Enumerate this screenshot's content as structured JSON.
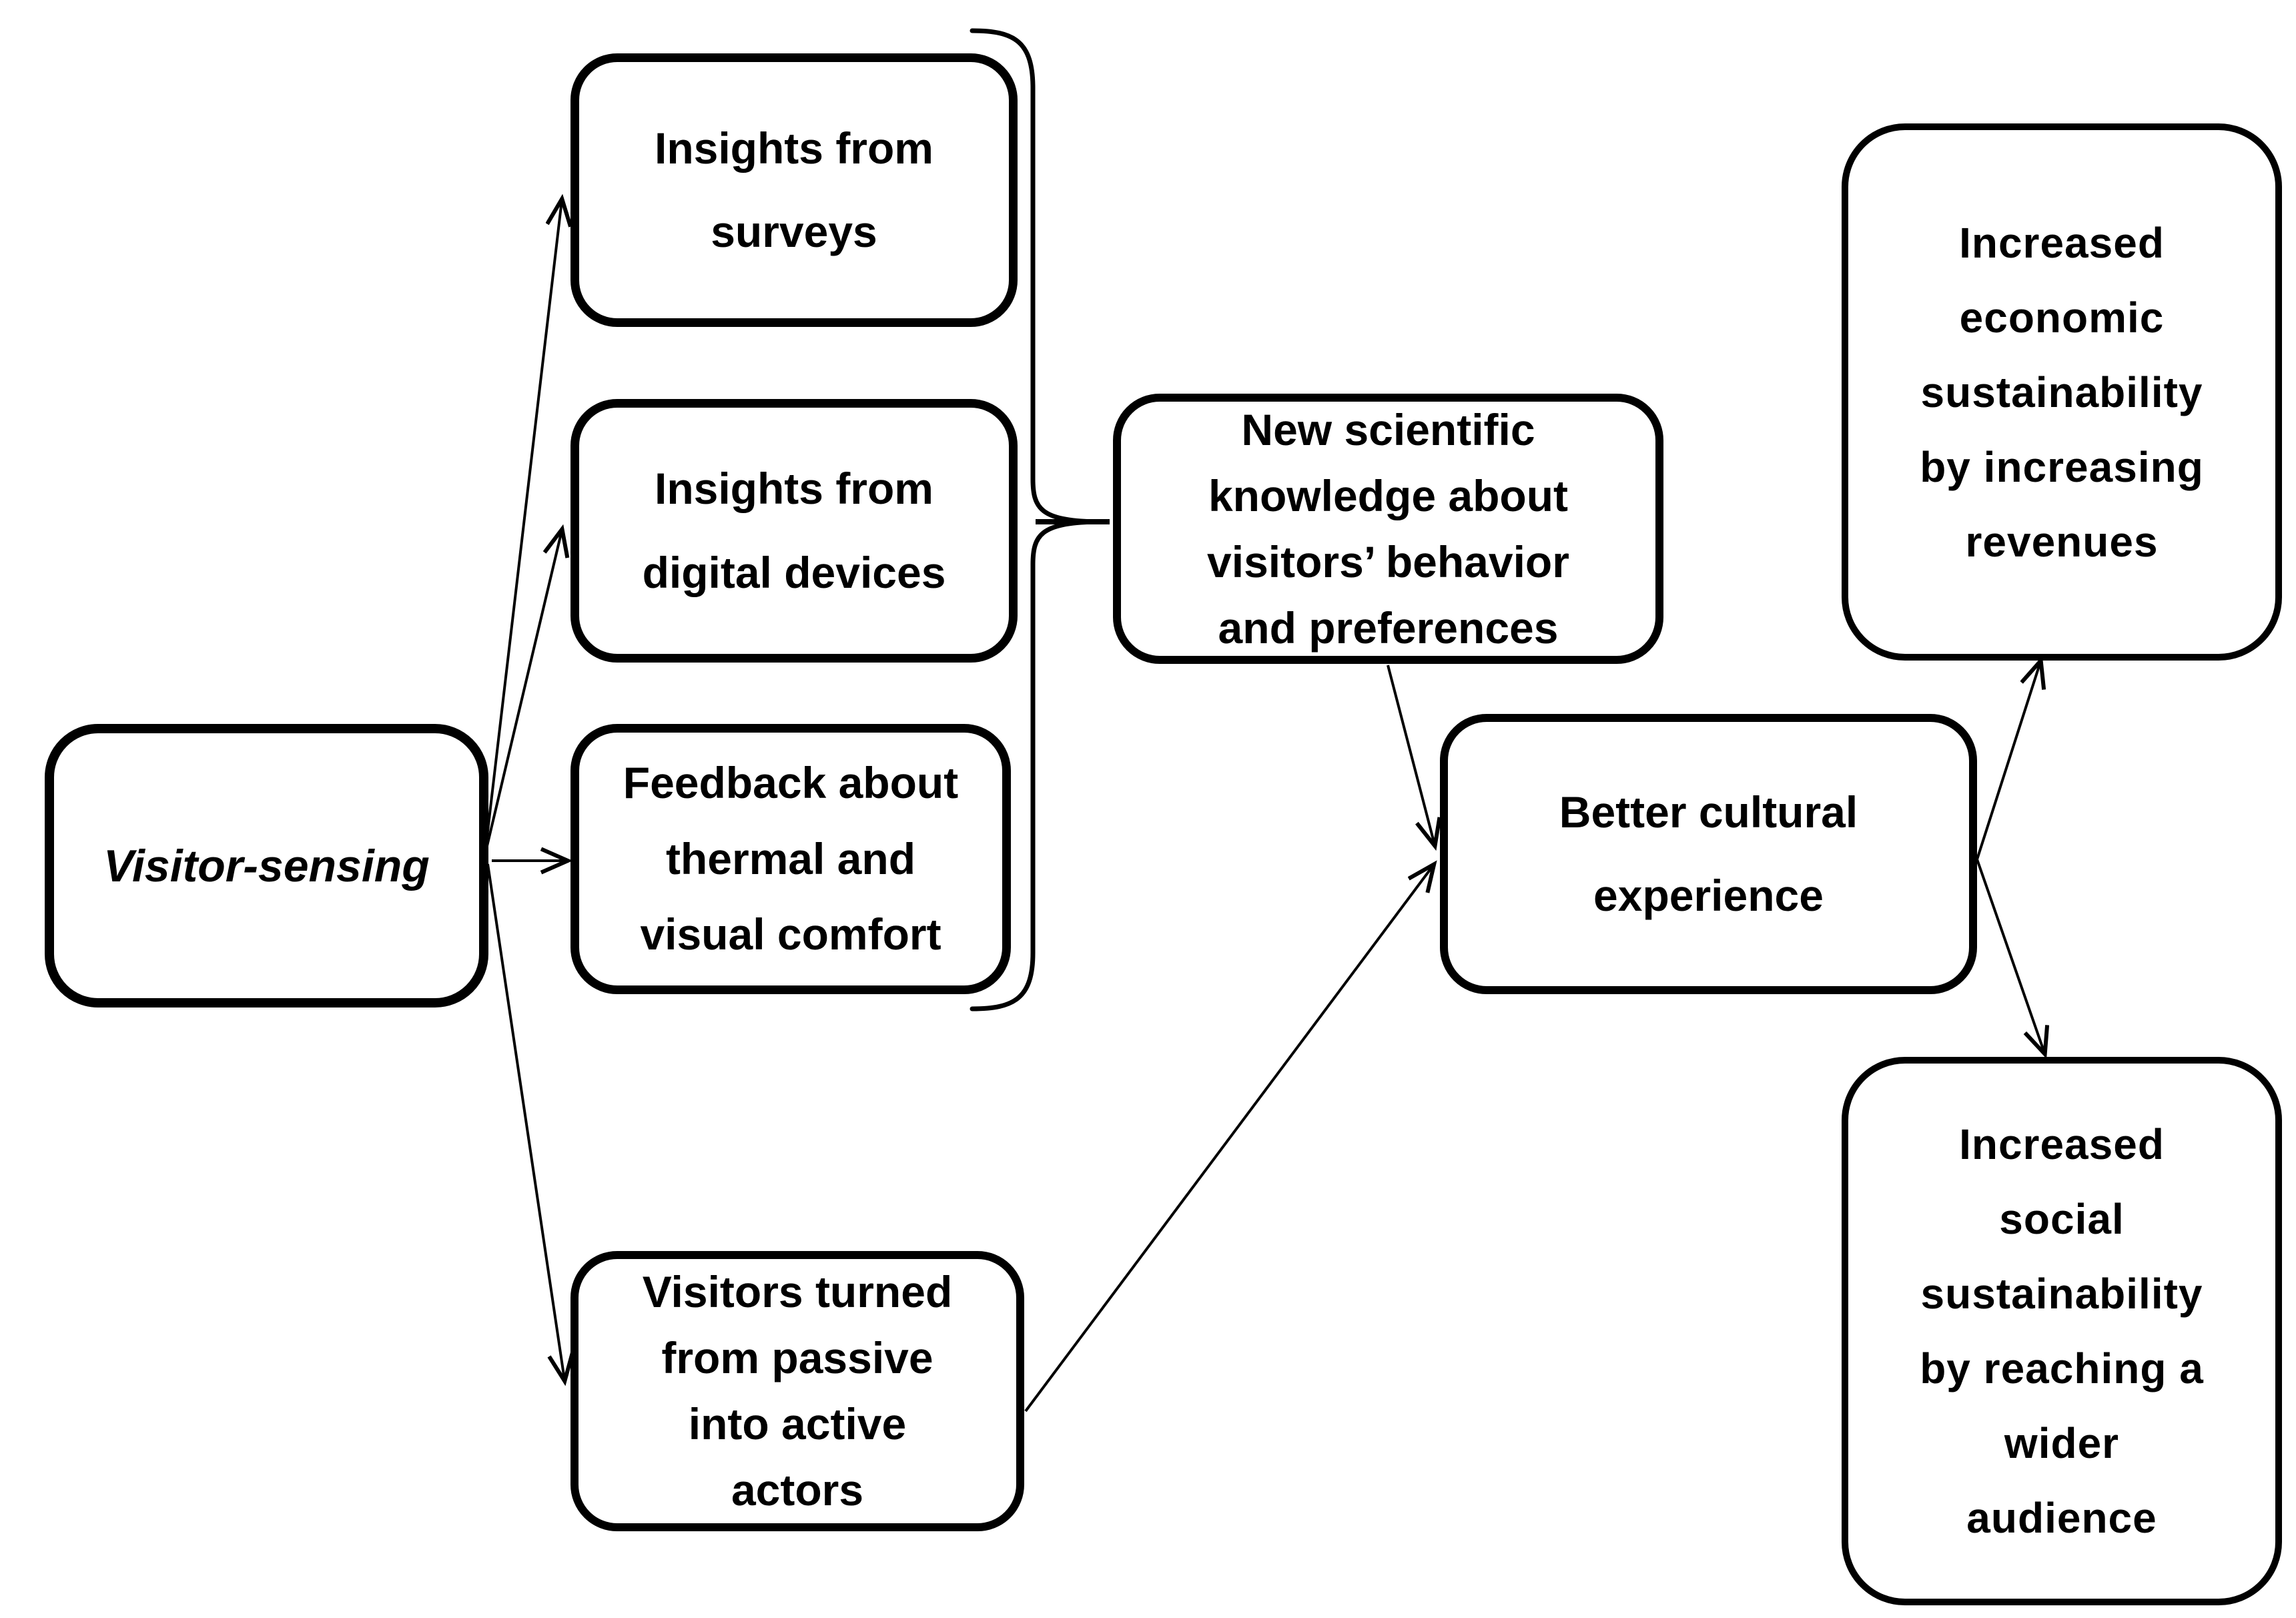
{
  "canvas": {
    "background": "#ffffff",
    "stroke_color": "#000000",
    "text_color": "#000000"
  },
  "nodes": {
    "visitor_sensing": {
      "label": "Visitor-sensing"
    },
    "insights_surveys": {
      "label": "Insights from\nsurveys"
    },
    "insights_digital": {
      "label": "Insights from\ndigital devices"
    },
    "feedback_comfort": {
      "label": "Feedback about\nthermal and\nvisual comfort"
    },
    "visitors_active": {
      "label": "Visitors turned\nfrom passive\ninto active\nactors"
    },
    "new_knowledge": {
      "label": "New scientific\nknowledge about\nvisitors’ behavior\nand preferences"
    },
    "better_experience": {
      "label": "Better cultural\nexperience"
    },
    "economic_sustainability": {
      "label": "Increased\neconomic\nsustainability\nby increasing\nrevenues"
    },
    "social_sustainability": {
      "label": "Increased\nsocial\nsustainability\nby reaching a\nwider\naudience"
    }
  },
  "edges": [
    {
      "from": "visitor_sensing",
      "to": "insights_surveys",
      "type": "arrow"
    },
    {
      "from": "visitor_sensing",
      "to": "insights_digital",
      "type": "arrow"
    },
    {
      "from": "visitor_sensing",
      "to": "feedback_comfort",
      "type": "arrow"
    },
    {
      "from": "visitor_sensing",
      "to": "visitors_active",
      "type": "arrow"
    },
    {
      "from": "insights_surveys + insights_digital + feedback_comfort",
      "to": "new_knowledge",
      "type": "curly-brace"
    },
    {
      "from": "new_knowledge",
      "to": "better_experience",
      "type": "arrow"
    },
    {
      "from": "visitors_active",
      "to": "better_experience",
      "type": "arrow"
    },
    {
      "from": "better_experience",
      "to": "economic_sustainability",
      "type": "arrow"
    },
    {
      "from": "better_experience",
      "to": "social_sustainability",
      "type": "arrow"
    }
  ]
}
